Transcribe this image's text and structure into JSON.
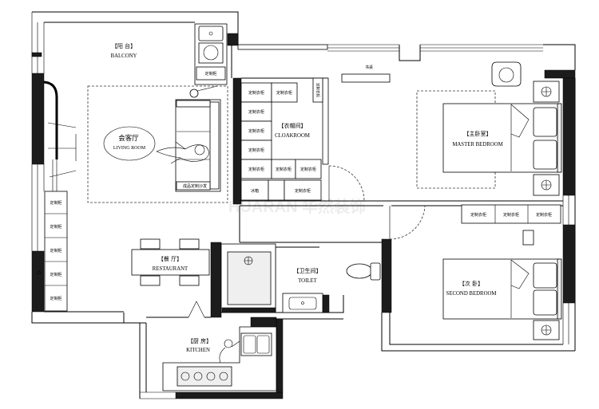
{
  "plan": {
    "rooms": {
      "balcony": {
        "cn": "【阳 台】",
        "en": "BALCONY"
      },
      "living": {
        "cn": "会客厅",
        "en": "LIVING ROOM"
      },
      "cloakroom": {
        "cn": "【衣帽间】",
        "en": "CLOAKROOM"
      },
      "master": {
        "cn": "【主卧室】",
        "en": "MASTER BEDROOM"
      },
      "second": {
        "cn": "【次 卧】",
        "en": "SECOND BEDROOM"
      },
      "toilet": {
        "cn": "【卫生间】",
        "en": "TOILET"
      },
      "restaurant": {
        "cn": "【餐 厅】",
        "en": "RESTAURANT"
      },
      "kitchen": {
        "cn": "【厨 房】",
        "en": "KITCHEN"
      }
    },
    "labels": {
      "sofa": "成品定制沙发",
      "desk": "书桌",
      "fridge": "冰箱",
      "wardrobe": "定制衣柜",
      "cabinet": "定制柜"
    },
    "watermark": "HUARAN 华然装饰"
  }
}
